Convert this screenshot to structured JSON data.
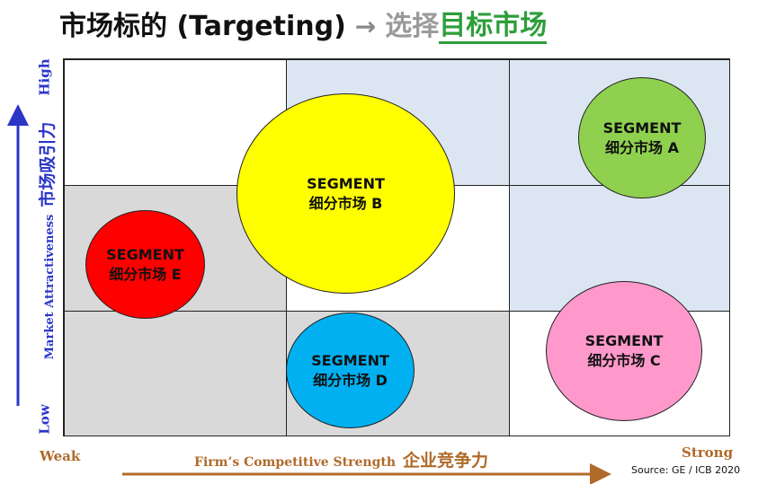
{
  "title": {
    "main": "市场标的 (Targeting)",
    "arrow": "→",
    "sub_gray": "选择",
    "sub_green": "目标市场"
  },
  "y_axis": {
    "high": "High",
    "low": "Low",
    "label_en": "Market Attractiveness",
    "label_cn": "市场吸引力"
  },
  "x_axis": {
    "weak": "Weak",
    "strong": "Strong",
    "label_en": "Firm’s Competitive Strength",
    "label_cn": "企业竞争力"
  },
  "segments": [
    {
      "id": "A",
      "line1": "SEGMENT",
      "line2": "细分市场 A",
      "color": "#8fd14f"
    },
    {
      "id": "B",
      "line1": "SEGMENT",
      "line2": "细分市场 B",
      "color": "#ffff00"
    },
    {
      "id": "C",
      "line1": "SEGMENT",
      "line2": "细分市场 C",
      "color": "#ff99cc"
    },
    {
      "id": "D",
      "line1": "SEGMENT",
      "line2": "细分市场 D",
      "color": "#00b0f0"
    },
    {
      "id": "E",
      "line1": "SEGMENT",
      "line2": "细分市场 E",
      "color": "#ff0000"
    }
  ],
  "colors": {
    "cell_gray": "#d9d9d9",
    "cell_blue": "#dce6f2",
    "cell_white": "#ffffff",
    "y_axis_blue": "#2b36c8",
    "x_axis_brown": "#b06a2a",
    "title_green": "#2e9e3a"
  },
  "source": "Source: GE / ICB 2020"
}
